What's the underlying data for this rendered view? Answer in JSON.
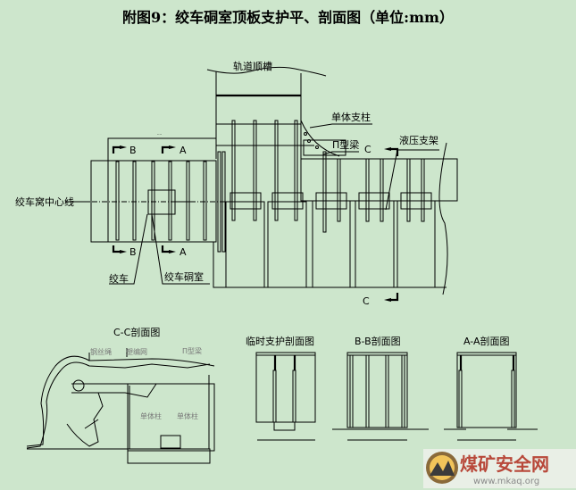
{
  "title": "附图9：绞车硐室顶板支护平、剖面图（单位:mm）",
  "plan": {
    "track_roadway": "轨道顺槽",
    "single_prop": "单体支柱",
    "pi_beam": "Π型梁",
    "hydraulic_support": "液压支架",
    "centerline": "绞车窝中心线",
    "winch": "绞车",
    "winch_chamber": "绞车硐室",
    "section_c": "C",
    "section_b": "B",
    "section_a": "A"
  },
  "sections": {
    "cc": {
      "title": "C-C剖面图",
      "labels": [
        "钢丝绳",
        "塑编网",
        "Π型梁",
        "单体柱",
        "单体柱"
      ]
    },
    "temp": {
      "title": "临时支护剖面图"
    },
    "bb": {
      "title": "B-B剖面图"
    },
    "aa": {
      "title": "A-A剖面图"
    }
  },
  "watermark": {
    "name": "煤矿安全网",
    "url": "www.mkaq.org"
  }
}
